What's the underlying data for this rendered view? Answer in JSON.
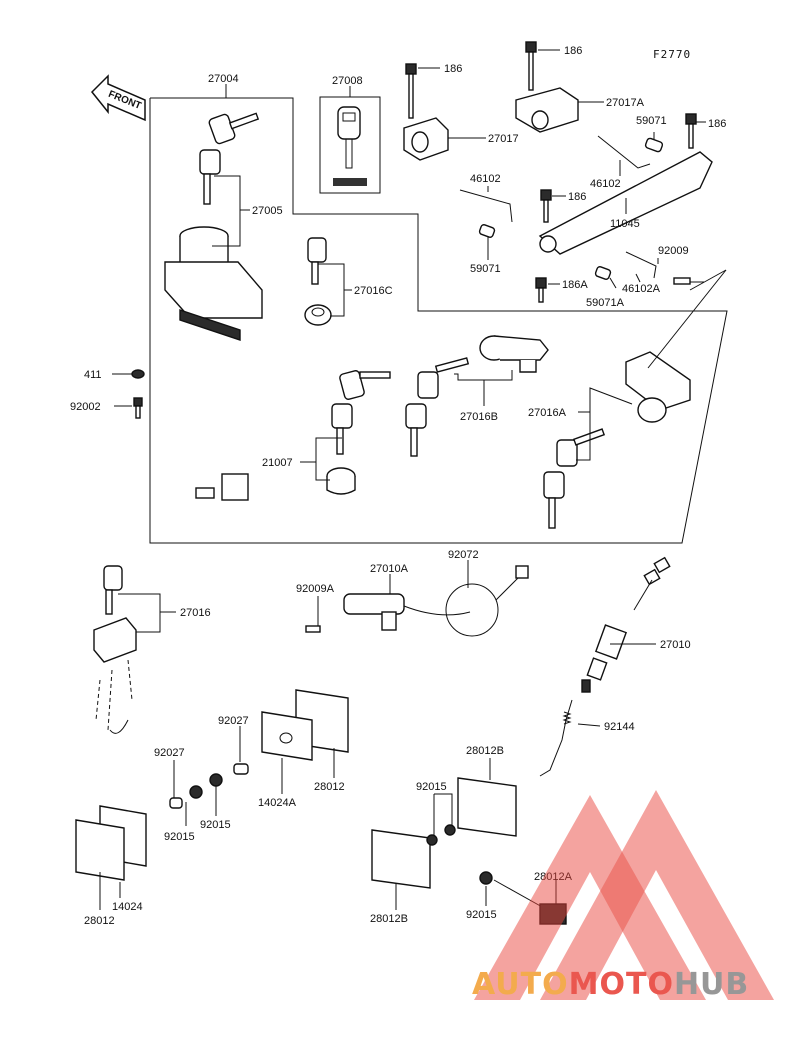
{
  "figure_code": "F2770",
  "front_label": "FRONT",
  "labels": {
    "p27004": "27004",
    "p27008": "27008",
    "p186a": "186",
    "p186b": "186",
    "p186c": "186",
    "p186d": "186",
    "p27017": "27017",
    "p27017A": "27017A",
    "p59071a": "59071",
    "p59071b": "59071",
    "p46102a": "46102",
    "p46102b": "46102",
    "p11045": "11045",
    "p92009": "92009",
    "p27005": "27005",
    "p27016C": "27016C",
    "p186A": "186A",
    "p46102A": "46102A",
    "p59071A": "59071A",
    "p411": "411",
    "p92002": "92002",
    "p27016B": "27016B",
    "p27016A": "27016A",
    "p21007": "21007",
    "p27016": "27016",
    "p92009A": "92009A",
    "p27010A": "27010A",
    "p92072": "92072",
    "p27010": "27010",
    "p92144": "92144",
    "p92027a": "92027",
    "p92027b": "92027",
    "p14024A": "14024A",
    "p28012a": "28012",
    "p28012b": "28012",
    "p92015a": "92015",
    "p92015b": "92015",
    "p92015c": "92015",
    "p92015d": "92015",
    "p14024": "14024",
    "p28012B_a": "28012B",
    "p28012B_b": "28012B",
    "p28012A": "28012A"
  },
  "watermark": {
    "brand_part1": "AUTO",
    "brand_part2": "MOTO",
    "brand_part3": "HUB",
    "color_orange": "#f2a33a",
    "color_red": "#e8453c",
    "color_gray": "#8c8c8c"
  }
}
